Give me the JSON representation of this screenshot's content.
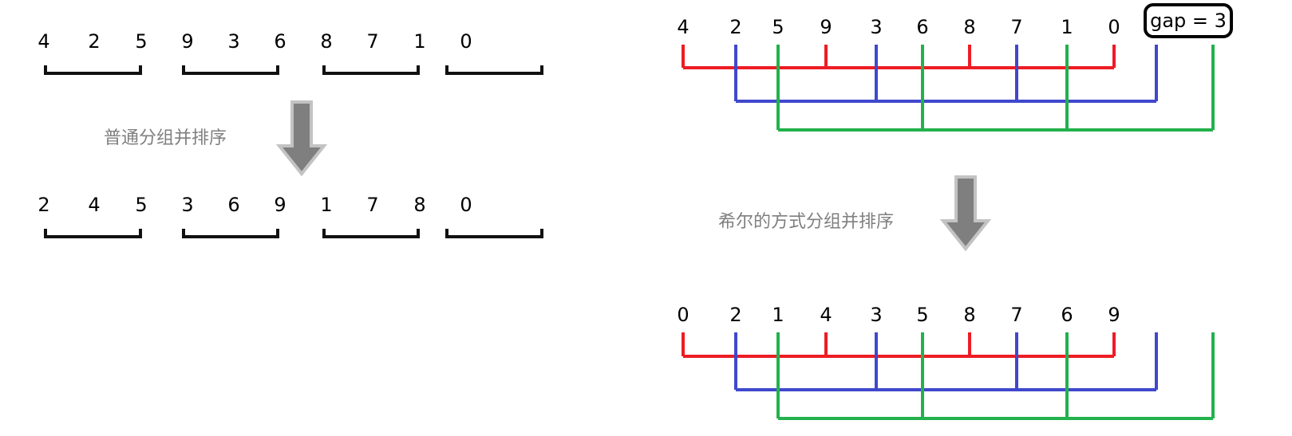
{
  "left": {
    "original_groups": [
      [
        "4",
        "2",
        "5"
      ],
      [
        "9",
        "3",
        "6"
      ],
      [
        "8",
        "7",
        "1"
      ],
      [
        "0"
      ]
    ],
    "caption": "普通分组并排序",
    "sorted_groups": [
      [
        "2",
        "4",
        "5"
      ],
      [
        "3",
        "6",
        "9"
      ],
      [
        "1",
        "7",
        "8"
      ],
      [
        "0"
      ]
    ]
  },
  "right": {
    "original": [
      "4",
      "2",
      "5",
      "9",
      "3",
      "6",
      "8",
      "7",
      "1",
      "0"
    ],
    "gap_label": "gap = 3",
    "caption": "希尔的方式分组并排序",
    "sorted": [
      "0",
      "2",
      "1",
      "4",
      "3",
      "5",
      "8",
      "7",
      "6",
      "9"
    ],
    "group_colors": [
      "#ed1c24",
      "#3f48cc",
      "#22b14c"
    ]
  },
  "arrow_color": "#7f7f7f"
}
